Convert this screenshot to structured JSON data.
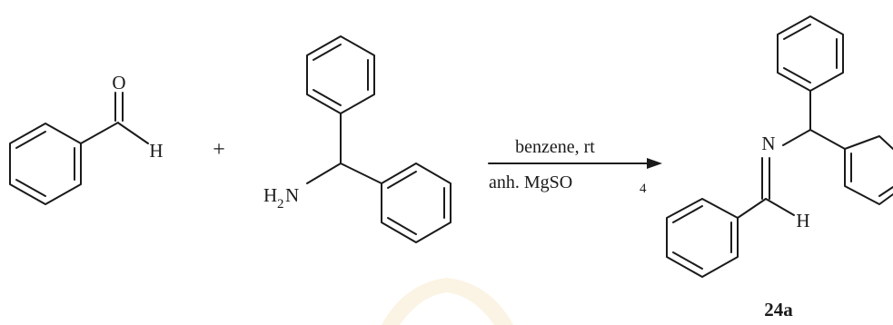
{
  "scheme": {
    "reactant1": {
      "oxygen": "O",
      "hydrogen": "H"
    },
    "plus_sign": "+",
    "reactant2": {
      "amine_h": "H",
      "amine_sub": "2",
      "amine_n": "N"
    },
    "conditions": {
      "above": "benzene, rt",
      "below_prefix": "anh. MgSO",
      "below_sub": "4"
    },
    "product": {
      "nitrogen": "N",
      "hydrogen": "H",
      "label": "24a"
    }
  },
  "colors": {
    "ink": "#1a1a1a",
    "watermark": "#e0a020"
  }
}
